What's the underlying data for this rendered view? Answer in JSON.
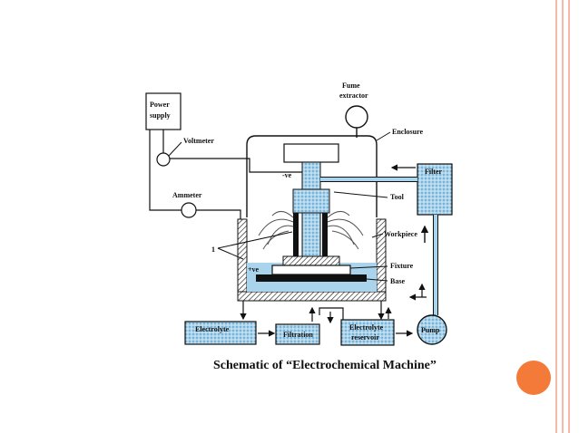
{
  "labels": {
    "power_supply_1": "Power",
    "power_supply_2": "supply",
    "voltmeter": "Voltmeter",
    "ammeter": "Ammeter",
    "fume_extractor_1": "Fume",
    "fume_extractor_2": "extractor",
    "enclosure": "Enclosure",
    "filter": "Filter",
    "tool": "Tool",
    "workpiece": "Workpiece",
    "fixture": "Fixture",
    "base": "Base",
    "negative": "-ve",
    "positive": "+ve",
    "callout_1": "1",
    "electrolyte": "Electrolyte",
    "filtration": "Filtration",
    "electrolyte_reservoir_1": "Electrolyte",
    "electrolyte_reservoir_2": "reservoir",
    "pump": "Pump"
  },
  "caption": "Schematic of “Electrochemical Machine”",
  "colors": {
    "stripe": "#f7b8a8",
    "accent_dot": "#f47a3a",
    "electrolyte_fill": "#a9d4ec",
    "line": "#111111"
  }
}
